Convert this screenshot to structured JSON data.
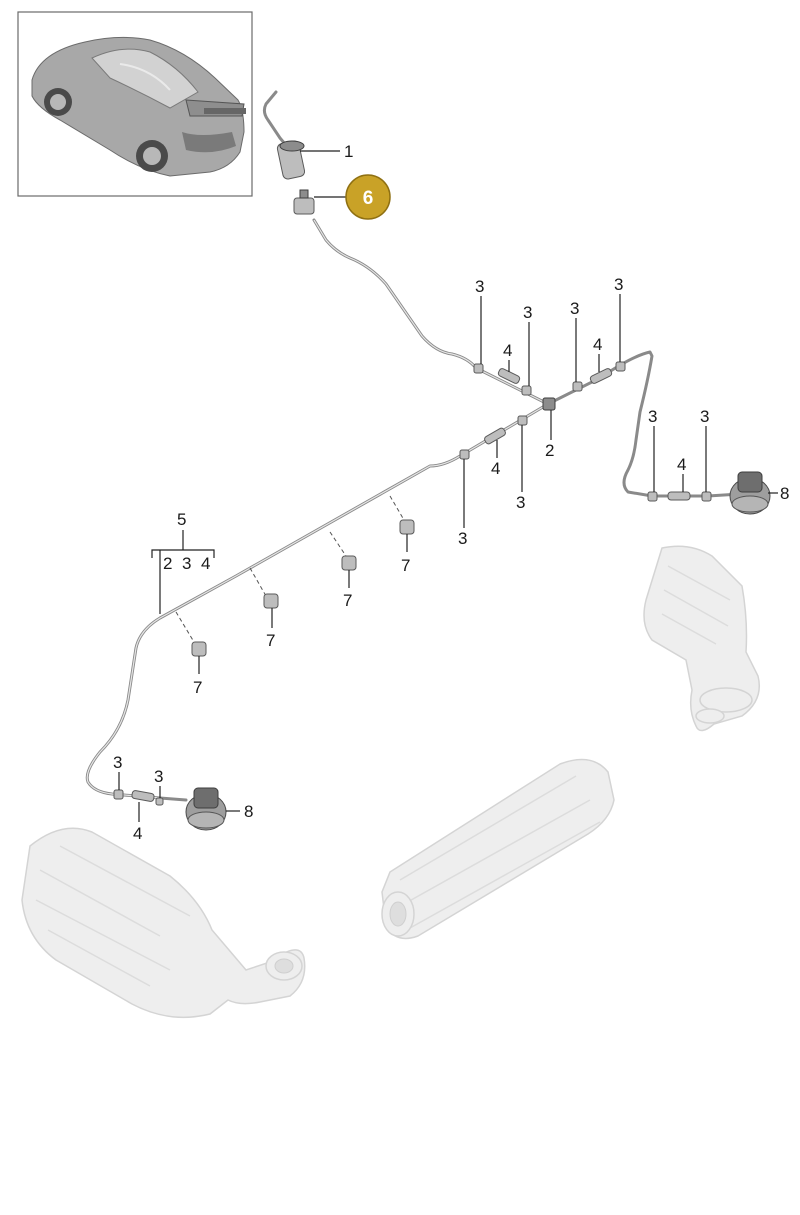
{
  "callouts": {
    "c1": "1",
    "c2": "2",
    "c3": "3",
    "c4": "4",
    "c5": "5",
    "c6": "6",
    "c7": "7",
    "c8": "8",
    "sub5": [
      "2",
      "3",
      "4"
    ]
  },
  "colors": {
    "highlight_fill": "#c9a227",
    "highlight_stroke": "#8f7012",
    "highlight_text": "#ffffff",
    "pipe": "#8a8a8a",
    "ghost": "#eeeeee"
  },
  "icons": {
    "thumbnail": "car-rear-three-quarter-icon"
  }
}
